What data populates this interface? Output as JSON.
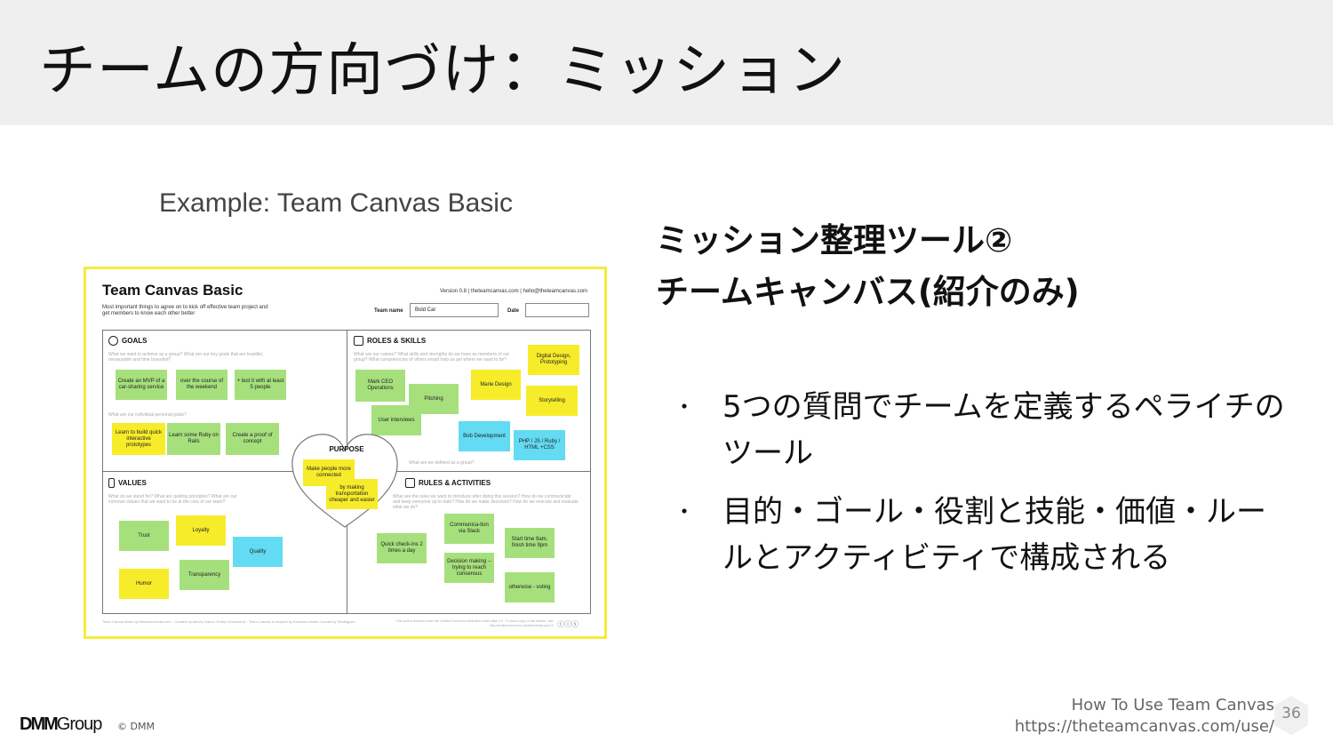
{
  "slide": {
    "title": "チームの方向づけ：ミッション",
    "example_caption": "Example: Team Canvas Basic",
    "heading_line1": "ミッション整理ツール②",
    "heading_line2": "チームキャンバス(紹介のみ)",
    "bullets": [
      "5つの質問でチームを定義するペライチのツール",
      "目的・ゴール・役割と技能・価値・ルールとアクティビティで構成される"
    ],
    "bullet_marker": "・",
    "source_line1": "How To Use Team Canvas",
    "source_line2": "https://theteamcanvas.com/use/",
    "page_number": "36",
    "logo_text_bold": "DMM",
    "logo_text": "Group",
    "copyright": "© DMM"
  },
  "canvas": {
    "title": "Team Canvas Basic",
    "subtitle": "Most important things to agree on to kick off effective team project and get members to know each other better",
    "version": "Version 0.8 | theteamcanvas.com | hello@theteamcanvas.com",
    "team_name_label": "Team name",
    "team_name_value": "Bold Car",
    "date_label": "Date",
    "date_value": "",
    "sections": {
      "goals": "GOALS",
      "roles": "ROLES & SKILLS",
      "purpose": "PURPOSE",
      "values": "VALUES",
      "rules": "RULES & ACTIVITIES"
    },
    "questions": {
      "goals": "What we want to achieve as a group? What are our key goals that are feasible, measurable and time bounded?",
      "goals2": "What are our individual personal goals?",
      "roles": "What are our names? What skills and strengths do we have as members of our group? What competencies of others would help us get where we want to be?",
      "values": "What do we stand for? What are guiding principles? What are our common values that we want to be at the core of our team?",
      "rules": "What are the rules we want to introduce after doing this session? How do we communicate and keep everyone up to date? How do we make decisions? How do we execute and evaluate what we do?",
      "purpose": "What are we defined as a group?"
    },
    "notes": {
      "g1": "Create an MVP of a car-sharing service",
      "g2": "over the course of the weekend",
      "g3": "+ test it with at least 5 people",
      "g4": "Learn to build quick interactive prototypes",
      "g5": "Learn some Ruby on Rails",
      "g6": "Create a proof of concept",
      "r1": "Mark CEO Operations",
      "r2": "Pitching",
      "r3": "User interviews",
      "r4": "Marie Design",
      "r5": "Digital Design, Prototyping",
      "r6": "Storytelling",
      "r7": "Bob Development",
      "r8": "PHP / JS / Ruby / HTML +CSS",
      "p1": "Make people more connected",
      "p2": "by making transportation cheaper and easier",
      "v1": "Trust",
      "v2": "Loyalty",
      "v3": "Quality",
      "v4": "Transparency",
      "v5": "Humor",
      "a1": "Communica-tion via Slack",
      "a2": "Quick check-ins 2 times a day",
      "a3": "Start time 9am, finish time 9pm",
      "a4": "Decision making -- trying to reach consensus",
      "a5": "otherwise - voting"
    },
    "footer_left": "Team Canvas Basic by theteamcanvas.com · Created by Alexey Ivanov, Dmitry Voloshchuk · Team Canvas is inspired by Business Model Canvas by Strategyzer",
    "footer_right": "This work is licensed under the Creative Commons Attribution-Share Alike 4.0 · To view a copy of this license, visit: http://creativecommons.org/licenses/by-sa/4.0/",
    "cc_icons": "ⓒⓘⓢ"
  },
  "colors": {
    "title_bar": "#efefef",
    "frame": "#f5ec3c",
    "note_green": "#a6e07c",
    "note_yellow": "#f7ec2a",
    "note_blue": "#63dbf2"
  }
}
